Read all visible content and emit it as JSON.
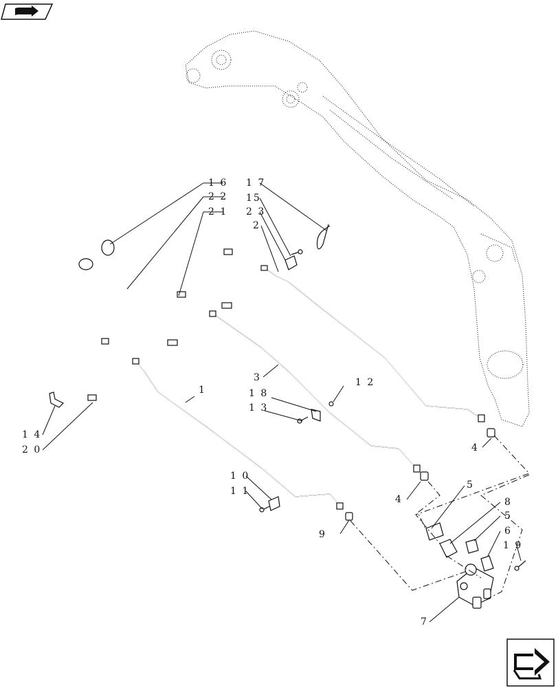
{
  "callouts": [
    {
      "id": "c16",
      "text": "1 6"
    },
    {
      "id": "c17",
      "text": "1 7"
    },
    {
      "id": "c22",
      "text": "2 2"
    },
    {
      "id": "c21",
      "text": "2 1"
    },
    {
      "id": "c15",
      "text": "15"
    },
    {
      "id": "c23",
      "text": "2 3"
    },
    {
      "id": "c2",
      "text": "2"
    },
    {
      "id": "c3",
      "text": "3"
    },
    {
      "id": "c12",
      "text": "1 2"
    },
    {
      "id": "c18",
      "text": "1 8"
    },
    {
      "id": "c13",
      "text": "1 3"
    },
    {
      "id": "c1",
      "text": "1"
    },
    {
      "id": "c14",
      "text": "1 4"
    },
    {
      "id": "c20",
      "text": "2 0"
    },
    {
      "id": "c4a",
      "text": "4"
    },
    {
      "id": "c4b",
      "text": "4"
    },
    {
      "id": "c10",
      "text": "1 0"
    },
    {
      "id": "c11",
      "text": "1 1"
    },
    {
      "id": "c5a",
      "text": "5"
    },
    {
      "id": "c8",
      "text": "8"
    },
    {
      "id": "c5b",
      "text": "5"
    },
    {
      "id": "c6",
      "text": "6"
    },
    {
      "id": "c19",
      "text": "1 9"
    },
    {
      "id": "c9",
      "text": "9"
    },
    {
      "id": "c7",
      "text": "7"
    }
  ],
  "icons": {
    "top_left": "book-arrow-icon",
    "bottom_right": "next-page-arrow-icon"
  }
}
